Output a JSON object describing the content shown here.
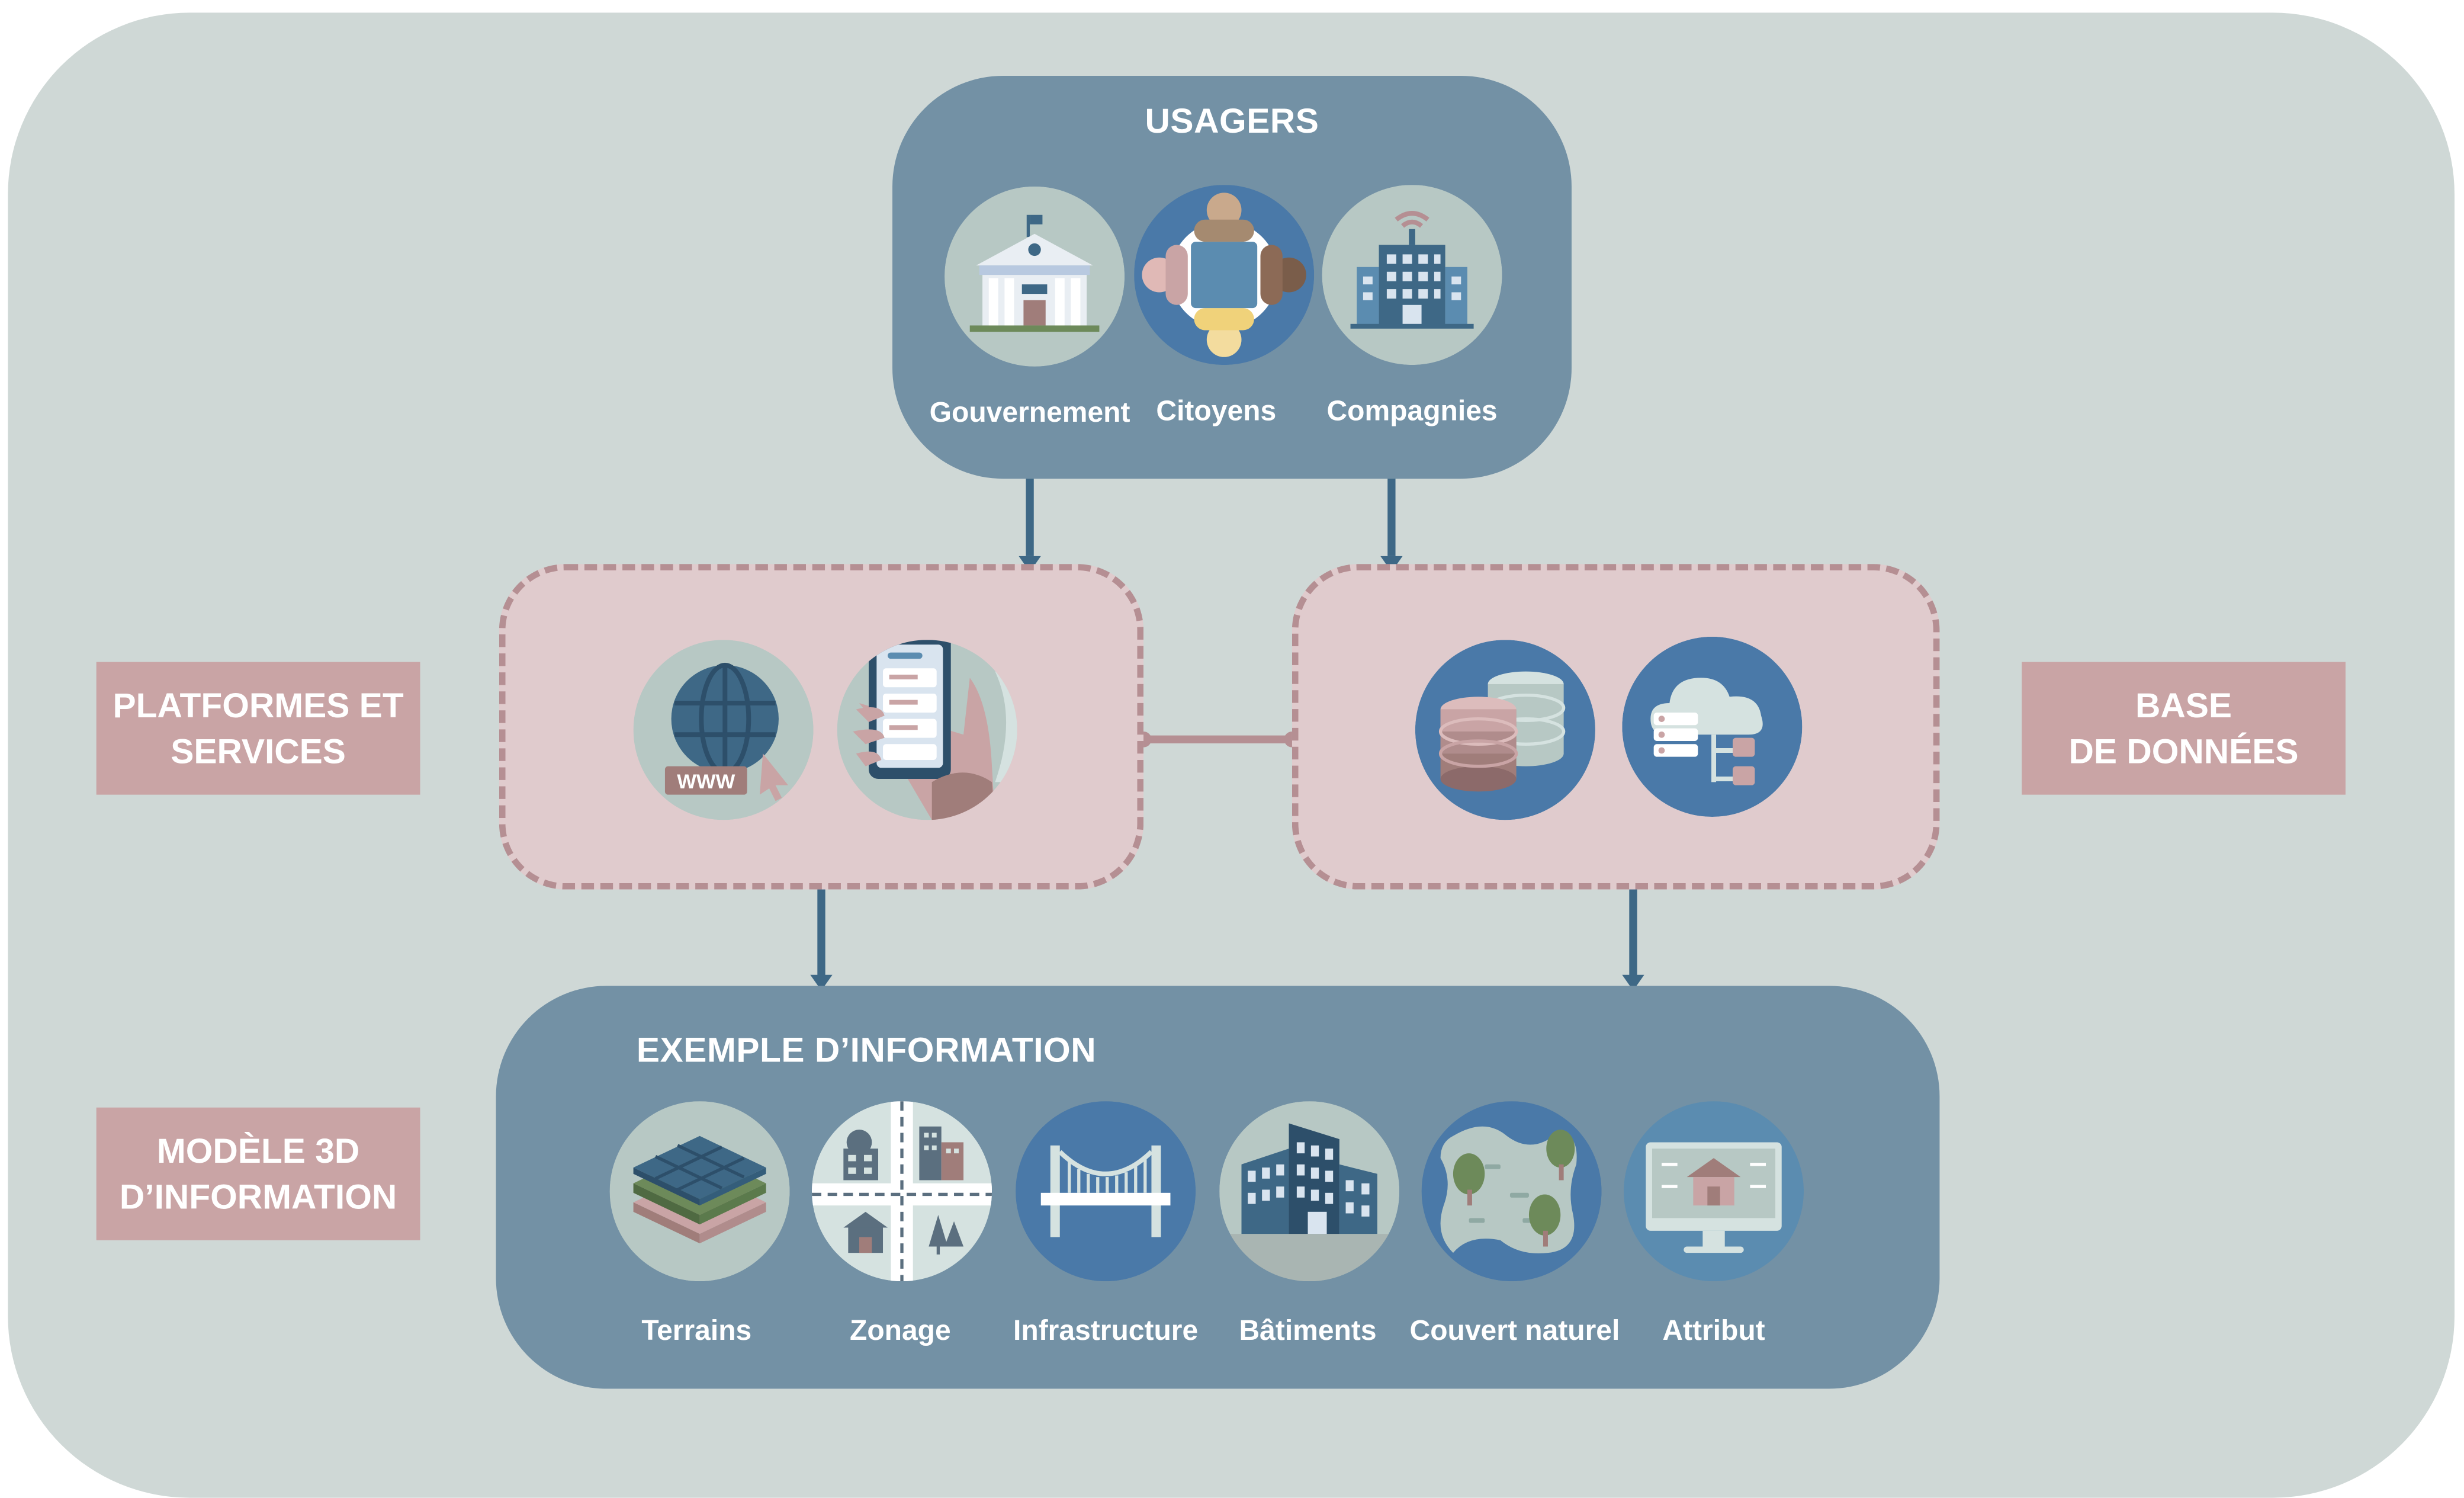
{
  "usagers": {
    "title": "USAGERS",
    "items": [
      {
        "label": "Gouvernement",
        "icon": "government-building-icon"
      },
      {
        "label": "Citoyens",
        "icon": "citizens-table-icon"
      },
      {
        "label": "Compagnies",
        "icon": "company-building-icon"
      }
    ]
  },
  "platformes": {
    "label_line1": "PLATFORMES ET",
    "label_line2": "SERVICES",
    "web_text": "WWW",
    "icons": [
      "web-globe-icon",
      "mobile-app-icon"
    ]
  },
  "base": {
    "label_line1": "BASE",
    "label_line2": "DE DONNÉES",
    "icons": [
      "database-icon",
      "cloud-server-icon"
    ]
  },
  "modele": {
    "label_line1": "MODÈLE 3D",
    "label_line2": "D’INFORMATION"
  },
  "exemple": {
    "title": "EXEMPLE D’INFORMATION",
    "items": [
      {
        "label": "Terrains",
        "icon": "terrain-layers-icon"
      },
      {
        "label": "Zonage",
        "icon": "zoning-map-icon"
      },
      {
        "label": "Infrastructure",
        "icon": "bridge-icon"
      },
      {
        "label": "Bâtiments",
        "icon": "buildings-icon"
      },
      {
        "label": "Couvert naturel",
        "icon": "natural-cover-icon"
      },
      {
        "label": "Attribut",
        "icon": "attribute-monitor-icon"
      }
    ]
  },
  "colors": {
    "panel": "#cfd8d6",
    "group_blue": "#7391a5",
    "dashed_fill": "#e0cbcd",
    "dashed_border": "#b58f93",
    "side_label": "#c9a4a5",
    "arrow": "#3e6886",
    "link": "#b58f93"
  }
}
